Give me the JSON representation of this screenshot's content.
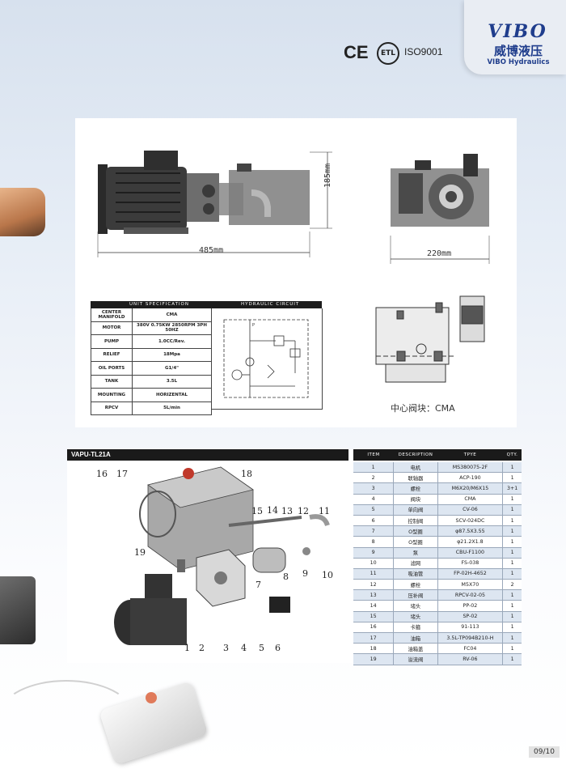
{
  "brand": {
    "name_en": "VIBO",
    "name_cn": "威博液压",
    "subtitle": "VIBO Hydraulics"
  },
  "certifications": {
    "ce": "CE",
    "etl": "ETL",
    "iso": "ISO9001"
  },
  "dimensions": {
    "length": "485mm",
    "height": "185mm",
    "width": "220mm"
  },
  "spec_table": {
    "title": "UNIT SPECIFICATION",
    "circuit_title": "HYDRAULIC CIRCUIT",
    "rows": [
      {
        "key": "CENTER MANIFOLD",
        "value": "CMA"
      },
      {
        "key": "MOTOR",
        "value": "380V 0.75KW 2850RPM 3PH 50HZ"
      },
      {
        "key": "PUMP",
        "value": "1.0CC/Rev."
      },
      {
        "key": "RELIEF",
        "value": "18Mpa"
      },
      {
        "key": "OIL PORTS",
        "value": "G1/4\""
      },
      {
        "key": "TANK",
        "value": "3.5L"
      },
      {
        "key": "MOUNTING",
        "value": "HORIZENTAL"
      },
      {
        "key": "RPCV",
        "value": "5L/min"
      }
    ]
  },
  "manifold_caption": "中心阀块：CMA",
  "exploded": {
    "model": "VAPU-TL21A",
    "callouts": [
      "1",
      "2",
      "3",
      "4",
      "5",
      "6",
      "7",
      "8",
      "9",
      "10",
      "11",
      "12",
      "13",
      "14",
      "15",
      "16",
      "17",
      "18",
      "19"
    ]
  },
  "parts_table": {
    "headers": {
      "item": "ITEM",
      "desc": "DESCRIPTION",
      "type": "TPYE",
      "qty": "QTY."
    },
    "rows": [
      {
        "item": "1",
        "desc": "电机",
        "type": "MS380075-2F",
        "qty": "1"
      },
      {
        "item": "2",
        "desc": "联轴器",
        "type": "ACP-190",
        "qty": "1"
      },
      {
        "item": "3",
        "desc": "螺栓",
        "type": "M6X20/M6X15",
        "qty": "3+1"
      },
      {
        "item": "4",
        "desc": "阀块",
        "type": "CMA",
        "qty": "1"
      },
      {
        "item": "5",
        "desc": "单向阀",
        "type": "CV-06",
        "qty": "1"
      },
      {
        "item": "6",
        "desc": "控制阀",
        "type": "SCV-024DC",
        "qty": "1"
      },
      {
        "item": "7",
        "desc": "O型圈",
        "type": "φ87.5X3.55",
        "qty": "1"
      },
      {
        "item": "8",
        "desc": "O型圈",
        "type": "φ21.2X1.8",
        "qty": "1"
      },
      {
        "item": "9",
        "desc": "泵",
        "type": "CBU-F1100",
        "qty": "1"
      },
      {
        "item": "10",
        "desc": "滤网",
        "type": "FS-038",
        "qty": "1"
      },
      {
        "item": "11",
        "desc": "吸油管",
        "type": "FP-02H-4652",
        "qty": "1"
      },
      {
        "item": "12",
        "desc": "螺栓",
        "type": "M5X70",
        "qty": "2"
      },
      {
        "item": "13",
        "desc": "压补阀",
        "type": "RPCV-02-05",
        "qty": "1"
      },
      {
        "item": "14",
        "desc": "堵头",
        "type": "PP-02",
        "qty": "1"
      },
      {
        "item": "15",
        "desc": "堵头",
        "type": "SP-02",
        "qty": "1"
      },
      {
        "item": "16",
        "desc": "卡箍",
        "type": "91-113",
        "qty": "1"
      },
      {
        "item": "17",
        "desc": "油箱",
        "type": "3.5L-TP094B210-H",
        "qty": "1"
      },
      {
        "item": "18",
        "desc": "油箱盖",
        "type": "FC04",
        "qty": "1"
      },
      {
        "item": "19",
        "desc": "溢流阀",
        "type": "RV-06",
        "qty": "1"
      }
    ]
  },
  "page": "09/10"
}
